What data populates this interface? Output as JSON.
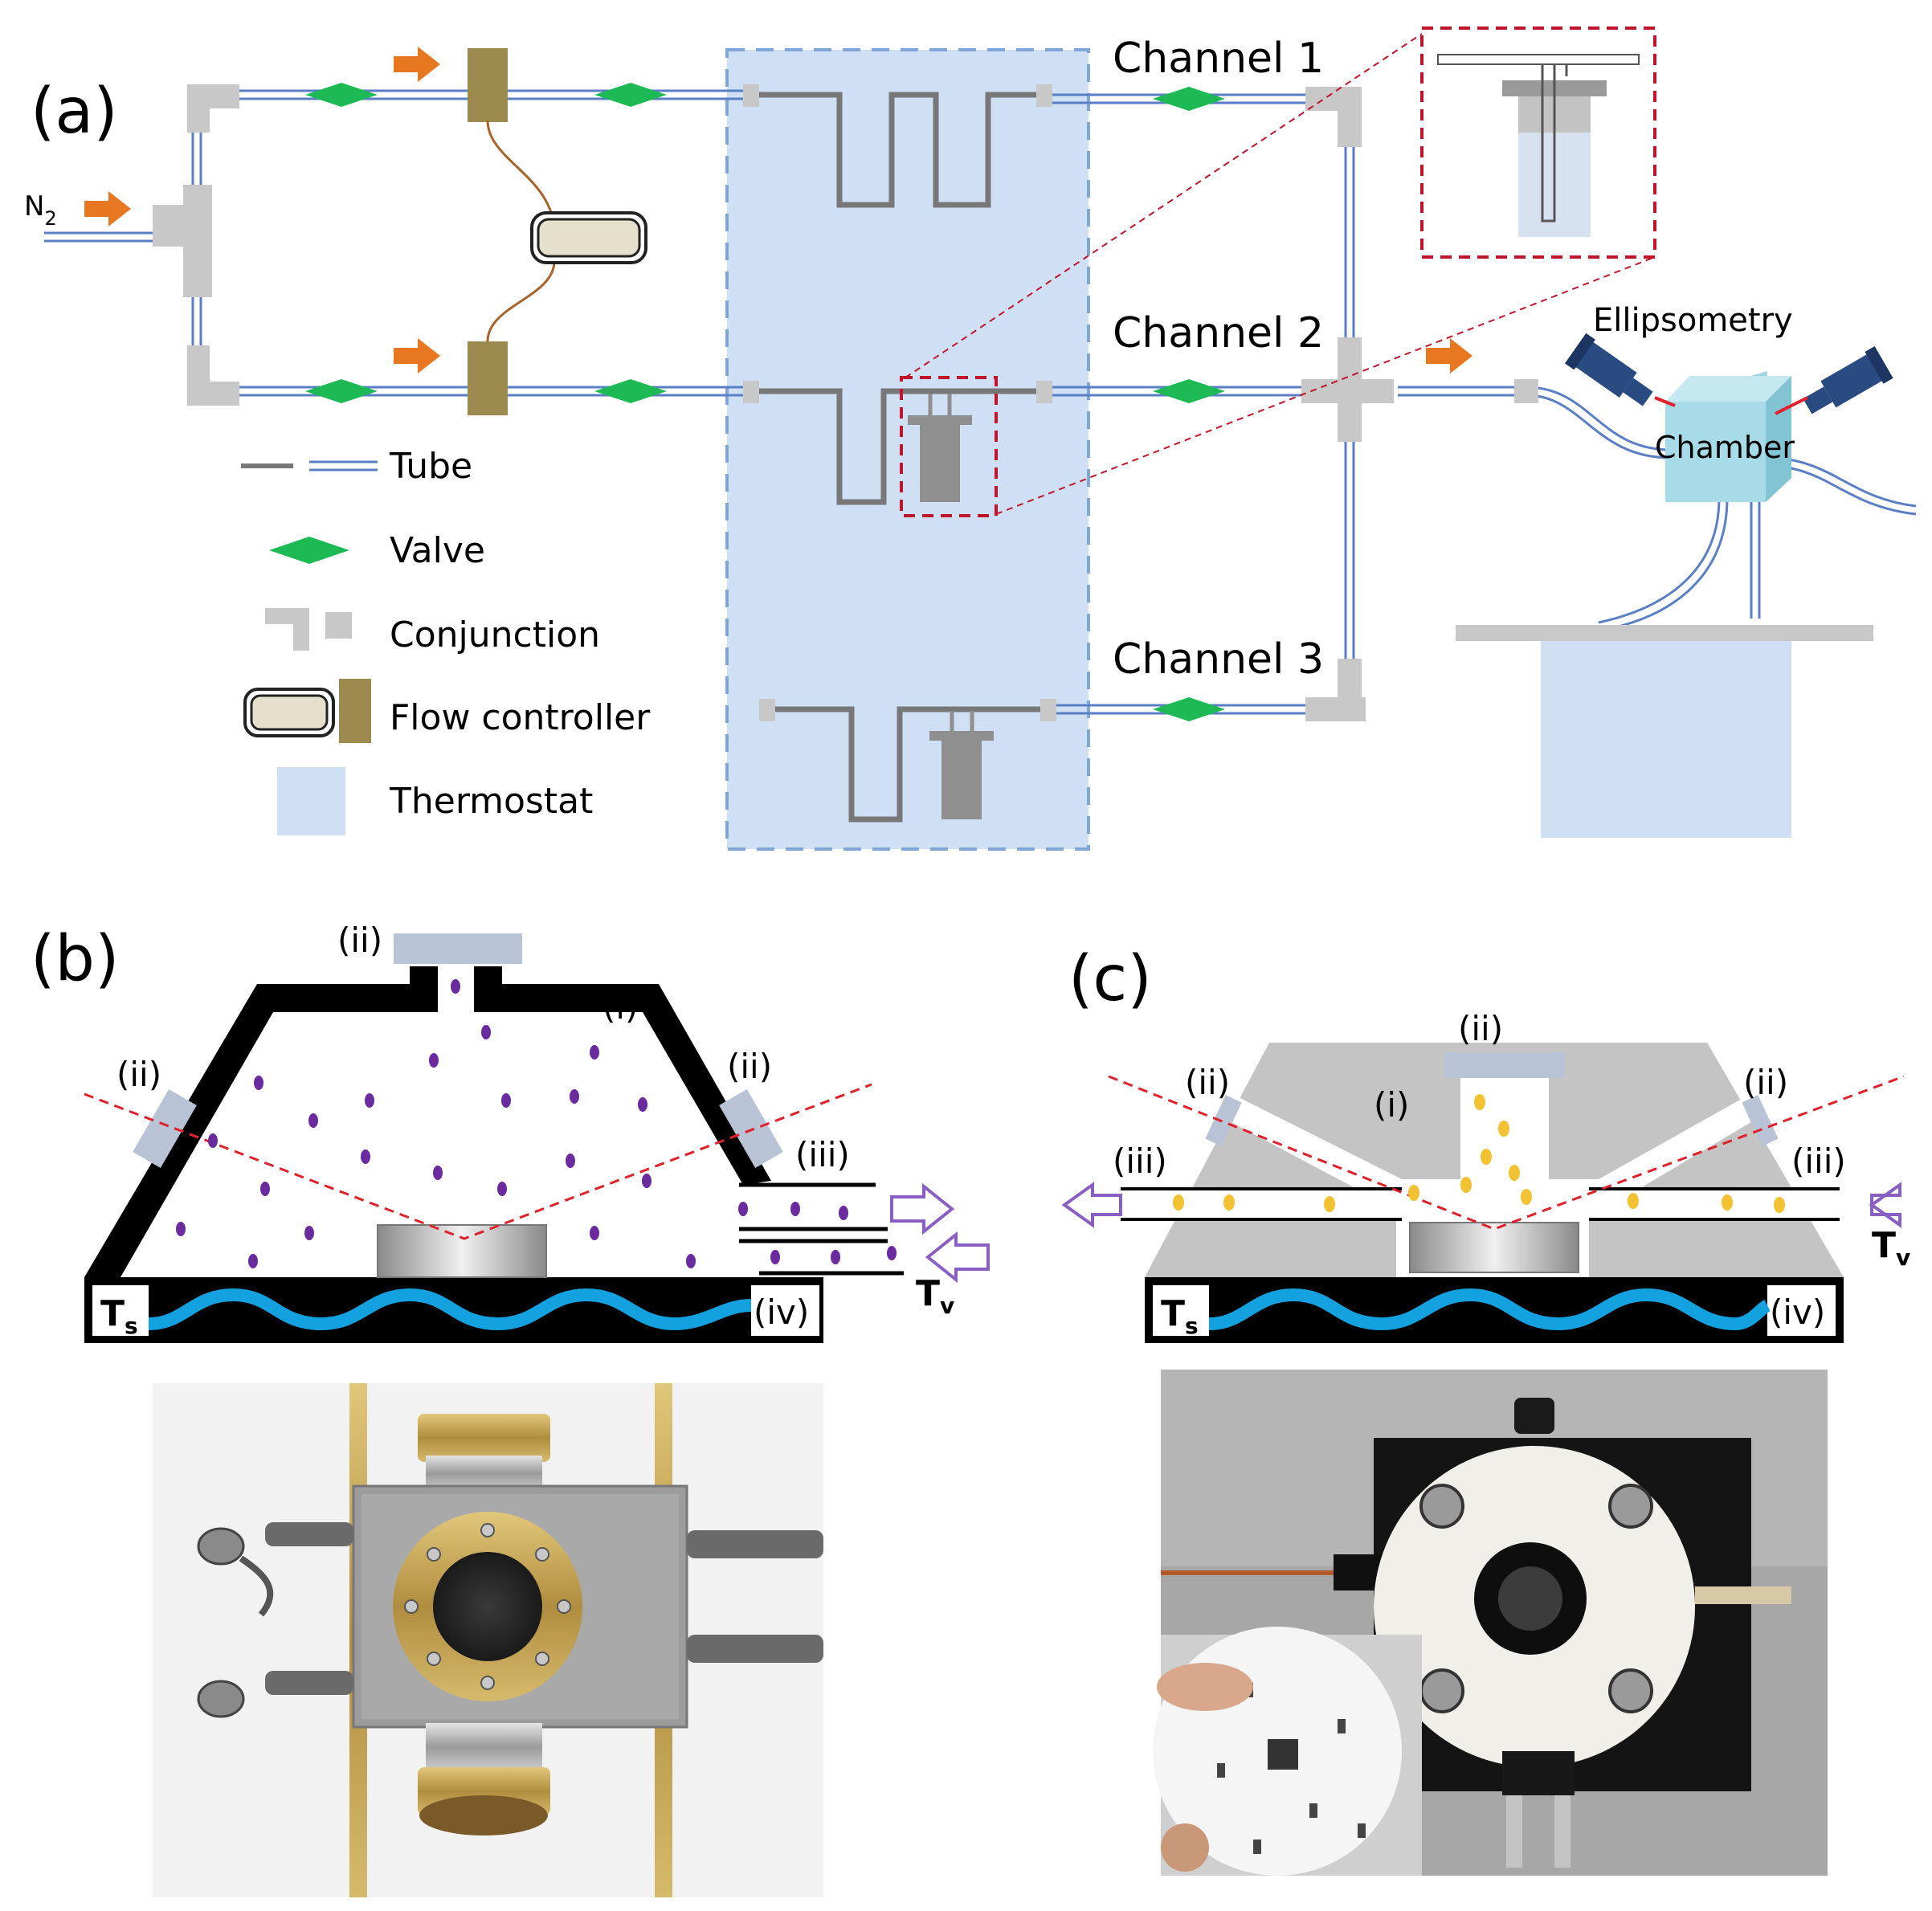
{
  "panel_a": {
    "label": "(a)",
    "n2": "N",
    "n2_sub": "2",
    "channels": [
      "Channel 1",
      "Channel 2",
      "Channel 3"
    ],
    "ellipsometry": "Ellipsometry",
    "chamber": "Chamber",
    "legend": {
      "tube": "Tube",
      "valve": "Valve",
      "conjunction": "Conjunction",
      "flow_controller": "Flow controller",
      "thermostat": "Thermostat"
    }
  },
  "panel_b": {
    "label": "(b)",
    "i": "(i)",
    "ii": "(ii)",
    "iii": "(iii)",
    "iv": "(iv)",
    "ts": "T",
    "ts_sub": "s",
    "tv": "T",
    "tv_sub": "v"
  },
  "panel_c": {
    "label": "(c)",
    "i": "(i)",
    "ii": "(ii)",
    "iii": "(iii)",
    "iv": "(iv)",
    "ts": "T",
    "ts_sub": "s",
    "tv": "T",
    "tv_sub": "v"
  },
  "colors": {
    "tube_blue": "#5a7fc4",
    "valve": "#1db954",
    "arrow": "#e87722",
    "flow": "#9c8a4e",
    "thermostat": "#cfe0f4",
    "dashed_red": "#c0142a",
    "molecule_b": "#6a2b9e",
    "molecule_c": "#f2c233",
    "water": "#13a1e0",
    "purple_arrow": "#8a5fc4"
  }
}
